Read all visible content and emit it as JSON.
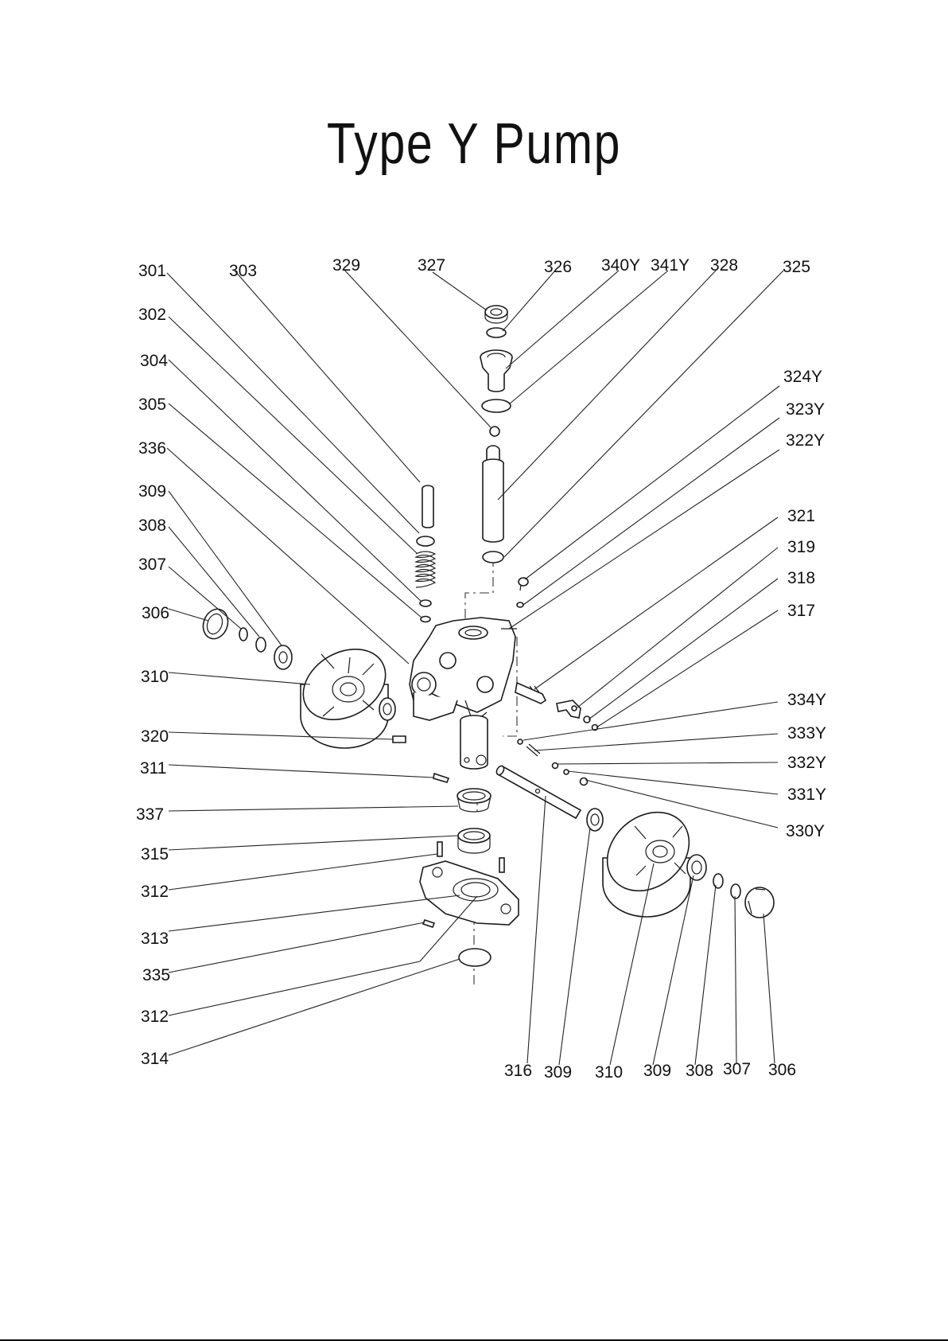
{
  "title": "Type Y Pump",
  "parts": {
    "p301": "301",
    "p302": "302",
    "p303": "303",
    "p304": "304",
    "p305": "305",
    "p306_left": "306",
    "p307_left": "307",
    "p308_left": "308",
    "p309_left": "309",
    "p310_left": "310",
    "p311": "311",
    "p312_a": "312",
    "p312_b": "312",
    "p313": "313",
    "p314": "314",
    "p315": "315",
    "p320": "320",
    "p335": "335",
    "p336": "336",
    "p337": "337",
    "p329": "329",
    "p327": "327",
    "p326": "326",
    "p340Y": "340Y",
    "p341Y": "341Y",
    "p328": "328",
    "p325": "325",
    "p324Y": "324Y",
    "p323Y": "323Y",
    "p322Y": "322Y",
    "p321": "321",
    "p319": "319",
    "p318": "318",
    "p317": "317",
    "p334Y": "334Y",
    "p333Y": "333Y",
    "p332Y": "332Y",
    "p331Y": "331Y",
    "p330Y": "330Y",
    "p316": "316",
    "p309_b1": "309",
    "p310_b": "310",
    "p309_b2": "309",
    "p308_b": "308",
    "p307_b": "307",
    "p306_b": "306"
  }
}
